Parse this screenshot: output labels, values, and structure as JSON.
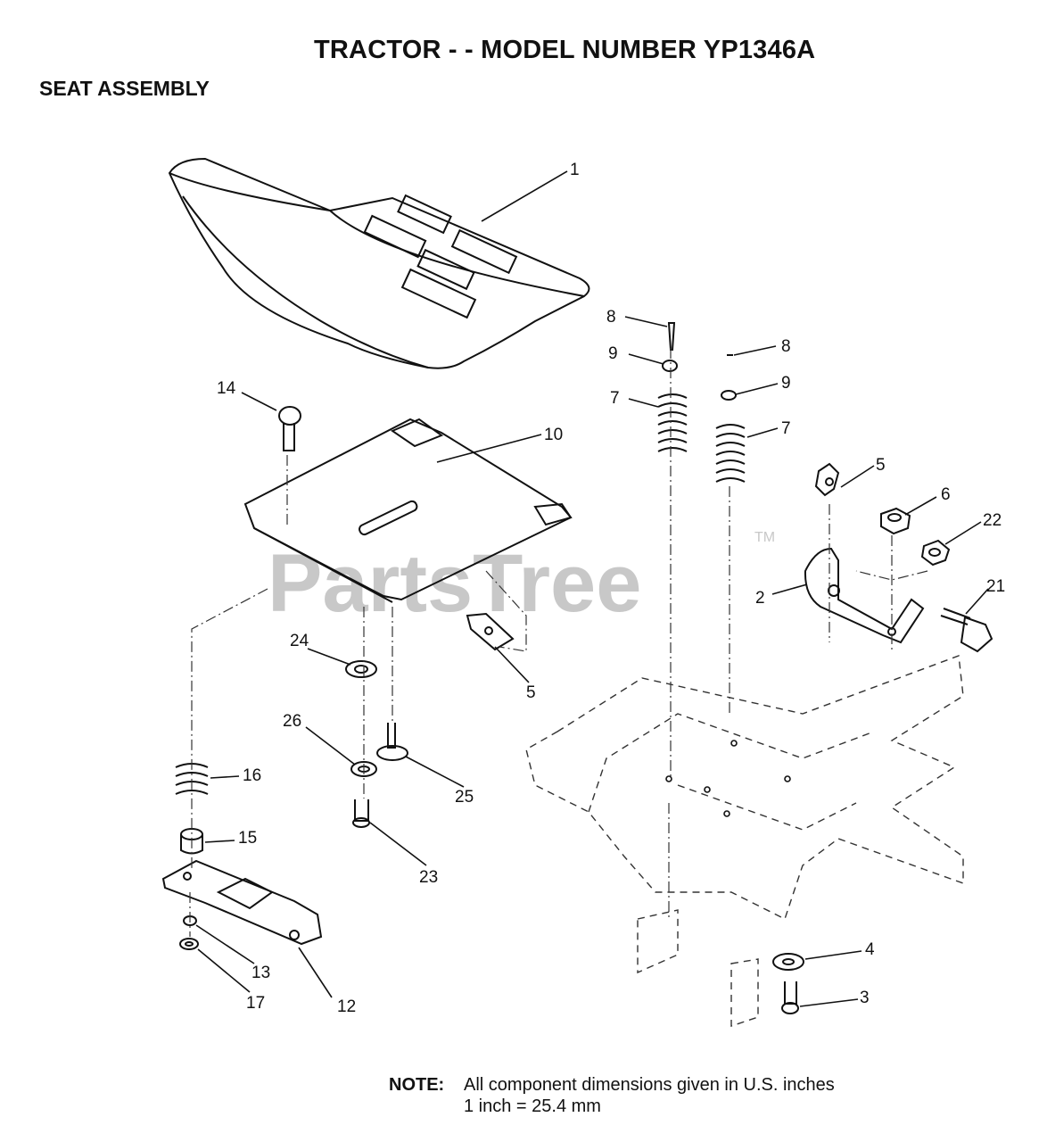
{
  "title": "TRACTOR - - MODEL NUMBER YP1346A",
  "subtitle": "SEAT ASSEMBLY",
  "watermark": {
    "text": "PartsTree",
    "tm": "TM",
    "color": "#c8c8c8"
  },
  "callouts": {
    "c1": "1",
    "c2": "2",
    "c3": "3",
    "c4": "4",
    "c5a": "5",
    "c5b": "5",
    "c6": "6",
    "c7a": "7",
    "c7b": "7",
    "c8a": "8",
    "c8b": "8",
    "c9a": "9",
    "c9b": "9",
    "c10": "10",
    "c12": "12",
    "c13": "13",
    "c14": "14",
    "c15": "15",
    "c16": "16",
    "c17": "17",
    "c21": "21",
    "c22": "22",
    "c23": "23",
    "c24": "24",
    "c25": "25",
    "c26": "26"
  },
  "note": {
    "label": "NOTE:",
    "line1": "All component dimensions given in U.S. inches",
    "line2": "1 inch = 25.4 mm"
  }
}
